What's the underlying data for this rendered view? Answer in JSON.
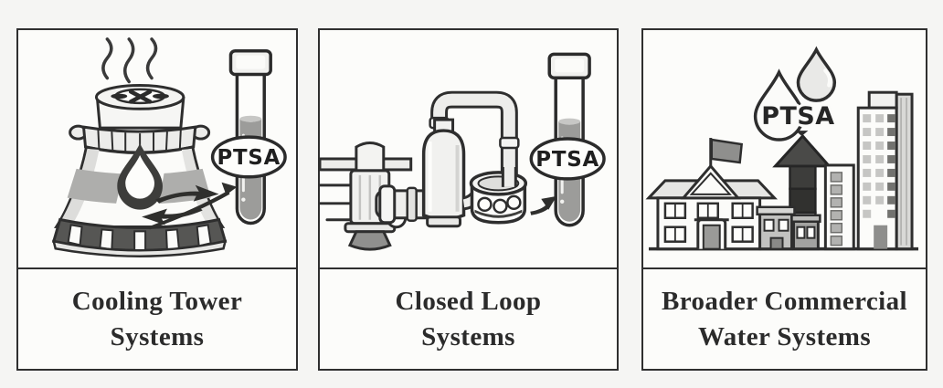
{
  "page": {
    "type": "three-panel water-treatment infographic",
    "background_color": "#f5f5f3",
    "panel_background_color": "#fcfcfa",
    "border_color": "#2f2f2f",
    "line_art_color": "#2e2e2e",
    "caption_text_color": "#2b2b2b",
    "liquid_gray": "#9c9c9a",
    "dark_gray": "#4a4a48",
    "light_gray": "#e8e8e6"
  },
  "panels": [
    {
      "id": "cooling-tower-systems",
      "badge": "PTSA",
      "caption_line1": "Cooling Tower",
      "caption_line2": "Systems",
      "icons": [
        "steam-icon",
        "cooling-tower-icon",
        "fan-icon",
        "water-drop-icon",
        "flow-arrows-icon",
        "test-tube-icon",
        "ptsa-badge"
      ]
    },
    {
      "id": "closed-loop-systems",
      "badge": "PTSA",
      "caption_line1": "Closed Loop",
      "caption_line2": "Systems",
      "icons": [
        "pipe-lines-icon",
        "valve-icon",
        "filter-vessel-icon",
        "loop-pipe-icon",
        "dosing-pot-icon",
        "flow-arrow-icon",
        "test-tube-icon",
        "ptsa-badge"
      ]
    },
    {
      "id": "broader-commercial-water-systems",
      "badge": "PTSA",
      "caption_line1": "Broader Commercial",
      "caption_line2": "Water Systems",
      "icons": [
        "water-drop-outline-icon",
        "water-drop-filled-icon",
        "ptsa-label",
        "up-arrow-icon",
        "house-icon",
        "flag-icon",
        "low-rise-buildings-icon",
        "high-rise-buildings-icon"
      ]
    }
  ]
}
